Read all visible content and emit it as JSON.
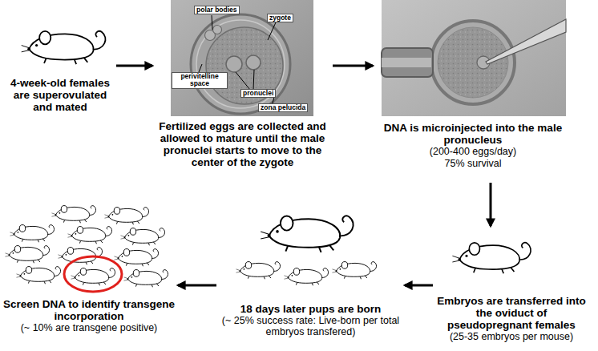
{
  "diagram": {
    "nodes": [
      {
        "text": [
          "4-week-old females are superovulated and mated"
        ]
      },
      {
        "text": [
          "Fertilized eggs are collected and allowed to mature until the male pronuclei starts to move to the center of the zygote"
        ]
      },
      {
        "text": [
          "DNA is microinjected into the male pronucleus",
          "(200-400 eggs/day)",
          "75% survival"
        ]
      },
      {
        "text": [
          "Embryos are transferred into the oviduct of pseudopregnant females",
          "(25-35 embryos per mouse)"
        ]
      },
      {
        "text": [
          "18 days later pups are born",
          "(~ 25% success rate: Live-born per total embryos transfered)"
        ]
      },
      {
        "text": [
          "Screen DNA to identify transgene incorporation",
          "(~ 10% are transgene positive)"
        ]
      }
    ],
    "edges": [
      {
        "from": 0,
        "to": 1,
        "arrow": "to"
      },
      {
        "from": 1,
        "to": 2,
        "arrow": "to"
      },
      {
        "from": 2,
        "to": 3,
        "arrow": "to"
      },
      {
        "from": 3,
        "to": 4,
        "arrow": "to"
      },
      {
        "from": 4,
        "to": 5,
        "arrow": "to"
      }
    ],
    "labels": [
      "polar bodies",
      "zygote",
      "perivitelline space",
      "pronuclei",
      "zona pelucida"
    ]
  }
}
